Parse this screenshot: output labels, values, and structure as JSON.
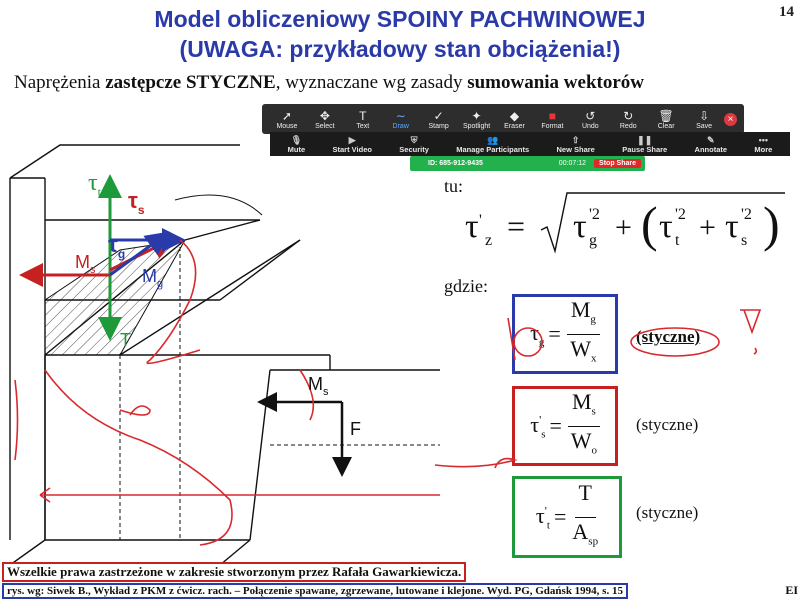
{
  "title_line1": "Model obliczeniowy SPOINY PACHWINOWEJ",
  "title_line2": "(UWAGA: przykładowy stan obciążenia!)",
  "page_number": "14",
  "subtitle": {
    "part1": "Naprężenia ",
    "bold1": "zastępcze STYCZNE",
    "part2": ", wyznaczane wg zasady ",
    "bold2": "sumowania wektorów"
  },
  "annotation_toolbar": {
    "tools": [
      {
        "label": "Mouse",
        "icon": "cursor-arrow-icon",
        "glyph": "➚"
      },
      {
        "label": "Select",
        "icon": "move-cross-icon",
        "glyph": "✥"
      },
      {
        "label": "Text",
        "icon": "text-t-icon",
        "glyph": "T"
      },
      {
        "label": "Draw",
        "icon": "draw-wave-icon",
        "glyph": "∼"
      },
      {
        "label": "Stamp",
        "icon": "checkmark-icon",
        "glyph": "✓"
      },
      {
        "label": "Spotlight",
        "icon": "wand-icon",
        "glyph": "✦"
      },
      {
        "label": "Eraser",
        "icon": "eraser-icon",
        "glyph": "◆"
      },
      {
        "label": "Format",
        "icon": "red-square-icon",
        "glyph": "■"
      },
      {
        "label": "Undo",
        "icon": "undo-icon",
        "glyph": "↺"
      },
      {
        "label": "Redo",
        "icon": "redo-icon",
        "glyph": "↻"
      },
      {
        "label": "Clear",
        "icon": "trash-icon",
        "glyph": "🗑"
      },
      {
        "label": "Save",
        "icon": "save-icon",
        "glyph": "⇩"
      }
    ],
    "active_tool": "Draw",
    "close_glyph": "×"
  },
  "meeting_toolbar": {
    "items": [
      {
        "label": "Mute",
        "icon": "microphone-icon",
        "glyph": "🎙"
      },
      {
        "label": "Start Video",
        "icon": "video-camera-icon",
        "glyph": "▶"
      },
      {
        "label": "Security",
        "icon": "shield-icon",
        "glyph": "⛨"
      },
      {
        "label": "Manage Participants",
        "icon": "participants-icon",
        "glyph": "👥"
      },
      {
        "label": "New Share",
        "icon": "share-screen-icon",
        "glyph": "⇧"
      },
      {
        "label": "Pause Share",
        "icon": "pause-icon",
        "glyph": "❚❚"
      },
      {
        "label": "Annotate",
        "icon": "pencil-icon",
        "glyph": "✎"
      },
      {
        "label": "More",
        "icon": "more-dots-icon",
        "glyph": "•••"
      }
    ]
  },
  "meeting_bar": {
    "id_text": "ID: 685-912-9435",
    "timer": "00:07:12",
    "stop_label": "Stop Share"
  },
  "formula": {
    "tu": "tu:",
    "gdzie": "gdzie:"
  },
  "boxes": [
    {
      "lhs_sym": "τ",
      "lhs_sub": "g",
      "prime": "",
      "num": "M",
      "num_sub": "g",
      "den": "W",
      "den_sub": "x",
      "note": "(styczne)",
      "color": "#2a3aa8"
    },
    {
      "lhs_sym": "τ",
      "lhs_sub": "s",
      "prime": "'",
      "num": "M",
      "num_sub": "s",
      "den": "W",
      "den_sub": "o",
      "note": "(styczne)",
      "color": "#c62020"
    },
    {
      "lhs_sym": "τ",
      "lhs_sub": "t",
      "prime": "'",
      "num": "T",
      "num_sub": "",
      "den": "A",
      "den_sub": "sp",
      "note": "(styczne)",
      "color": "#1f9a3a"
    }
  ],
  "diagram_labels": {
    "tau_t": "τ",
    "tau_t_sub": "t",
    "tau_s": "τ",
    "tau_s_sub": "s",
    "tau_g": "τ",
    "tau_g_sub": "g",
    "Ms": "M",
    "Ms_sub": "s",
    "Mg": "M",
    "Mg_sub": "g",
    "T": "T",
    "Ms2": "M",
    "Ms2_sub": "s",
    "F": "F"
  },
  "footer": {
    "copyright": "Wszelkie prawa zastrzeżone w zakresie stworzonym przez Rafała Gawarkiewicza.",
    "source": "rys. wg: Siwek B., Wykład z PKM z ćwicz. rach. – Połączenie spawane, zgrzewane, lutowane i klejone. Wyd. PG, Gdańsk 1994, s. 15",
    "corner": "EI"
  },
  "colors": {
    "title": "#2a3aa8",
    "green": "#1f9a3a",
    "red": "#c62020",
    "blue": "#2a3aa8",
    "ink": "#d9292e"
  }
}
